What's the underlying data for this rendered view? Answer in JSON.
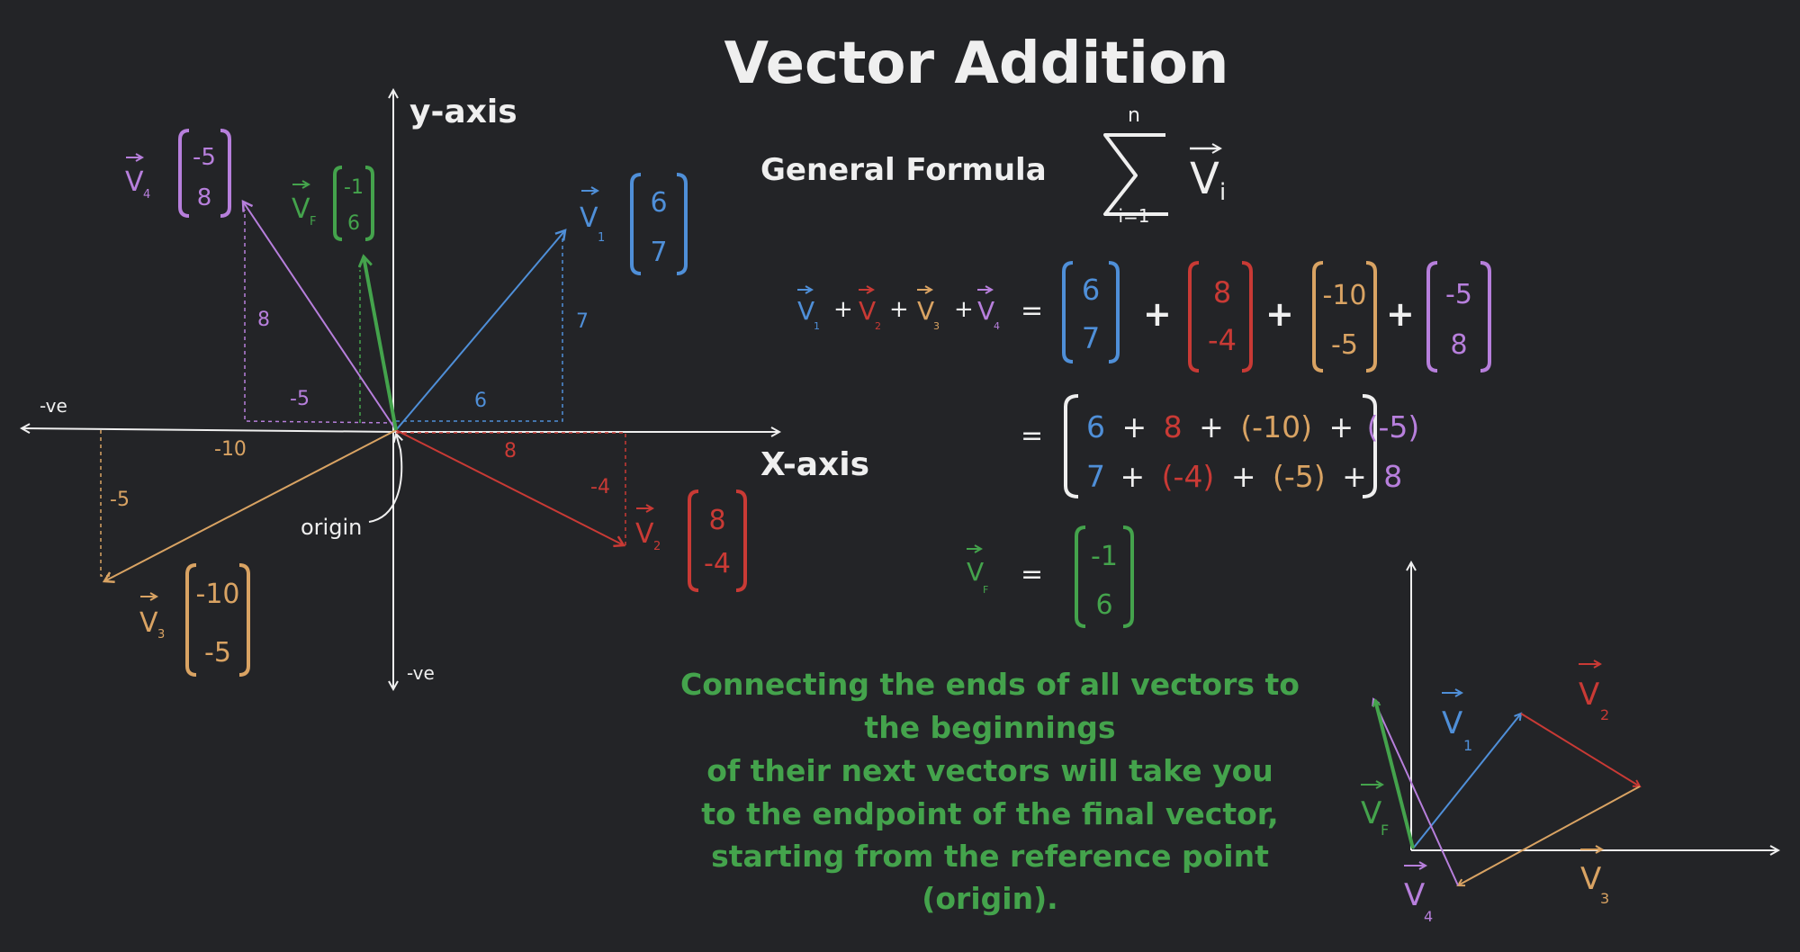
{
  "title": "Vector Addition",
  "formula": {
    "label": "General Formula",
    "sum_top": "n",
    "sum_bottom": "i=1",
    "term": "V",
    "sub": "i"
  },
  "axes": {
    "x_label": "X-axis",
    "y_label": "y-axis",
    "neg_x": "-ve",
    "neg_y": "-ve",
    "origin": "origin"
  },
  "vectors": {
    "v1": {
      "name": "V",
      "sub": "1",
      "x": "6",
      "y": "7"
    },
    "v2": {
      "name": "V",
      "sub": "2",
      "x": "8",
      "y": "-4"
    },
    "v3": {
      "name": "V",
      "sub": "3",
      "x": "-10",
      "y": "-5"
    },
    "v4": {
      "name": "V",
      "sub": "4",
      "x": "-5",
      "y": "8"
    },
    "vf": {
      "name": "V",
      "sub": "F",
      "x": "-1",
      "y": "6"
    }
  },
  "component_labels": {
    "v1_x": "6",
    "v1_y": "7",
    "v2_x": "8",
    "v2_y": "-4",
    "v3_x": "-10",
    "v3_y": "-5",
    "v4_x": "-5",
    "v4_y": "8"
  },
  "equation": {
    "plus": "+",
    "equals": "=",
    "row_top": [
      "6",
      "+",
      "8",
      "+",
      "(-10)",
      "+",
      "(-5)"
    ],
    "row_bottom": [
      "7",
      "+",
      "(-4)",
      "+",
      "(-5)",
      "+",
      "8"
    ]
  },
  "note": [
    "Connecting the ends of all vectors to",
    "the beginnings",
    "of their next vectors will take you",
    "to the endpoint of the final vector,",
    "starting from the reference point",
    "(origin)."
  ],
  "colors": {
    "v1": "#4f8fd8",
    "v2": "#c93a35",
    "v3": "#d9a363",
    "v4": "#b77fdc",
    "vf": "#44a34c",
    "axis": "#efefef",
    "background": "#232427"
  }
}
